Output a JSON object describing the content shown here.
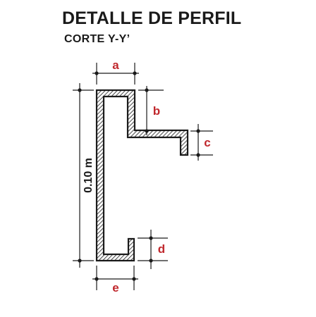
{
  "title": "DETALLE DE PERFIL",
  "subtitle": "CORTE Y-Y’",
  "dimensions": {
    "height": "0.10 m",
    "a": "a",
    "b": "b",
    "c": "c",
    "d": "d",
    "e": "e"
  },
  "colors": {
    "label": "#c0282d",
    "line": "#1a1a1a",
    "profile_outline": "#1a1a1a"
  }
}
